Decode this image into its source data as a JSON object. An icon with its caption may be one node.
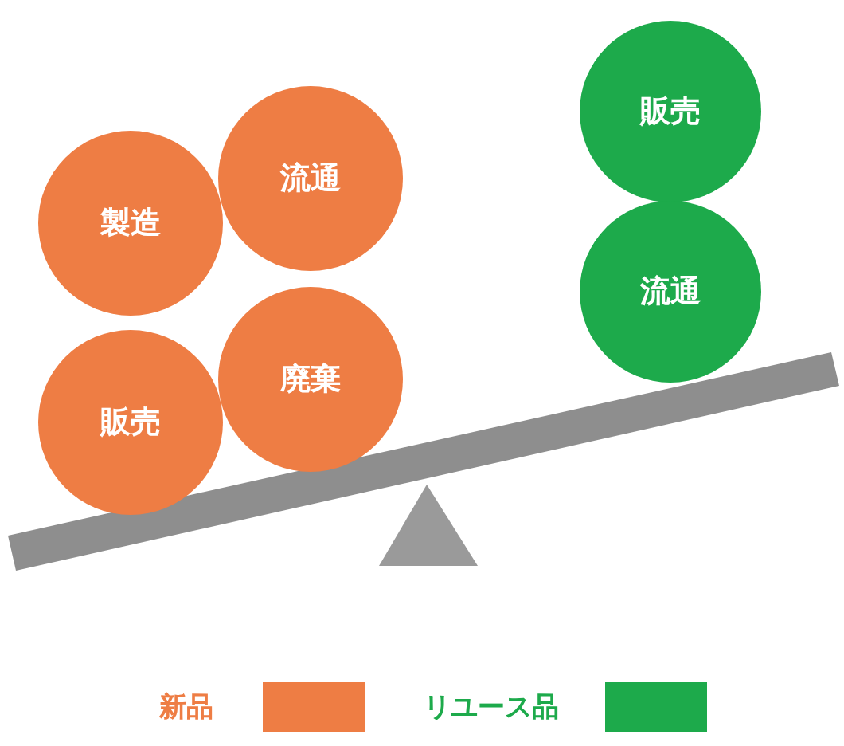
{
  "diagram": {
    "nodes": [
      {
        "text": [
          "製造"
        ]
      },
      {
        "text": [
          "流通"
        ]
      },
      {
        "text": [
          "販売"
        ]
      },
      {
        "text": [
          "廃棄"
        ]
      },
      {
        "text": [
          "販売"
        ]
      },
      {
        "text": [
          "流通"
        ]
      }
    ],
    "legend": [
      {
        "text": "新品",
        "color": "#ee7d44"
      },
      {
        "text": "リユース品",
        "color": "#1daa4b"
      }
    ]
  }
}
